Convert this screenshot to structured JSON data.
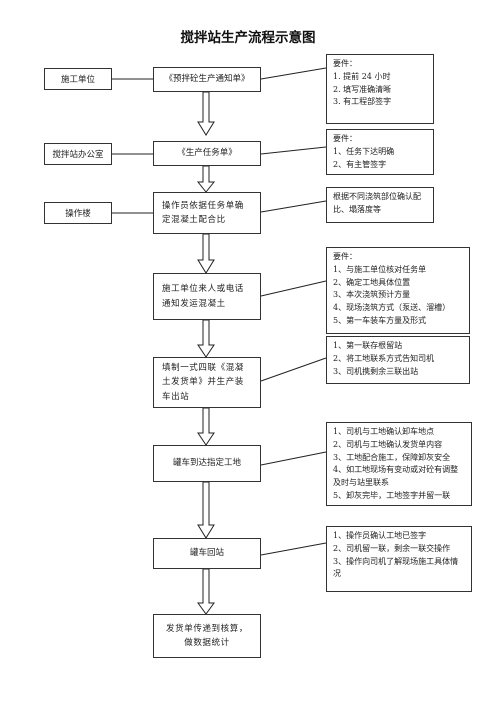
{
  "title": "搅拌站生产流程示意图",
  "left_boxes": [
    {
      "label": "施工单位"
    },
    {
      "label": "搅拌站办公室"
    },
    {
      "label": "操作楼"
    }
  ],
  "steps": [
    {
      "text": "《预拌砼生产通知单》"
    },
    {
      "text": "《生产任务单》"
    },
    {
      "text": "操作员依据任务单确定混凝土配合比"
    },
    {
      "text": "施工单位来人或电话通知发运混凝土"
    },
    {
      "text": "填制一式四联《混凝土发货单》并生产装车出站"
    },
    {
      "text": "罐车到达指定工地"
    },
    {
      "text": "罐车回站"
    },
    {
      "text": "发货单传递到核算，做数据统计"
    }
  ],
  "notes": [
    {
      "lines": [
        "要件：",
        "1.   提前 24 小时",
        "2.   填写准确清晰",
        "3.   有工程部签字"
      ]
    },
    {
      "lines": [
        "要件：",
        "1、任务下达明确",
        "2、有主管签字"
      ]
    },
    {
      "lines": [
        "根据不同浇筑部位确认配比、塌落度等"
      ]
    },
    {
      "lines": [
        "要件：",
        "1、与施工单位核对任务单",
        "2、确定工地具体位置",
        "3、本次浇筑预计方量",
        "4、现场浇筑方式（泵送、溜槽）",
        "5、第一车装车方量及形式"
      ]
    },
    {
      "lines": [
        "1、第一联存根留站",
        "2、将工地联系方式告知司机",
        "3、司机携剩余三联出站"
      ]
    },
    {
      "lines": [
        "1、司机与工地确认卸车地点",
        "2、司机与工地确认发货单内容",
        "3、工地配合施工，保障卸灰安全",
        "4、如工地现场有变动或对砼有调整及时与站里联系",
        "5、卸灰完毕，工地签字并留一联"
      ]
    },
    {
      "lines": [
        "1、操作员确认工地已签字",
        "2、司机留一联，剩余一联交操作",
        "3、操作向司机了解现场施工具体情况"
      ]
    }
  ]
}
